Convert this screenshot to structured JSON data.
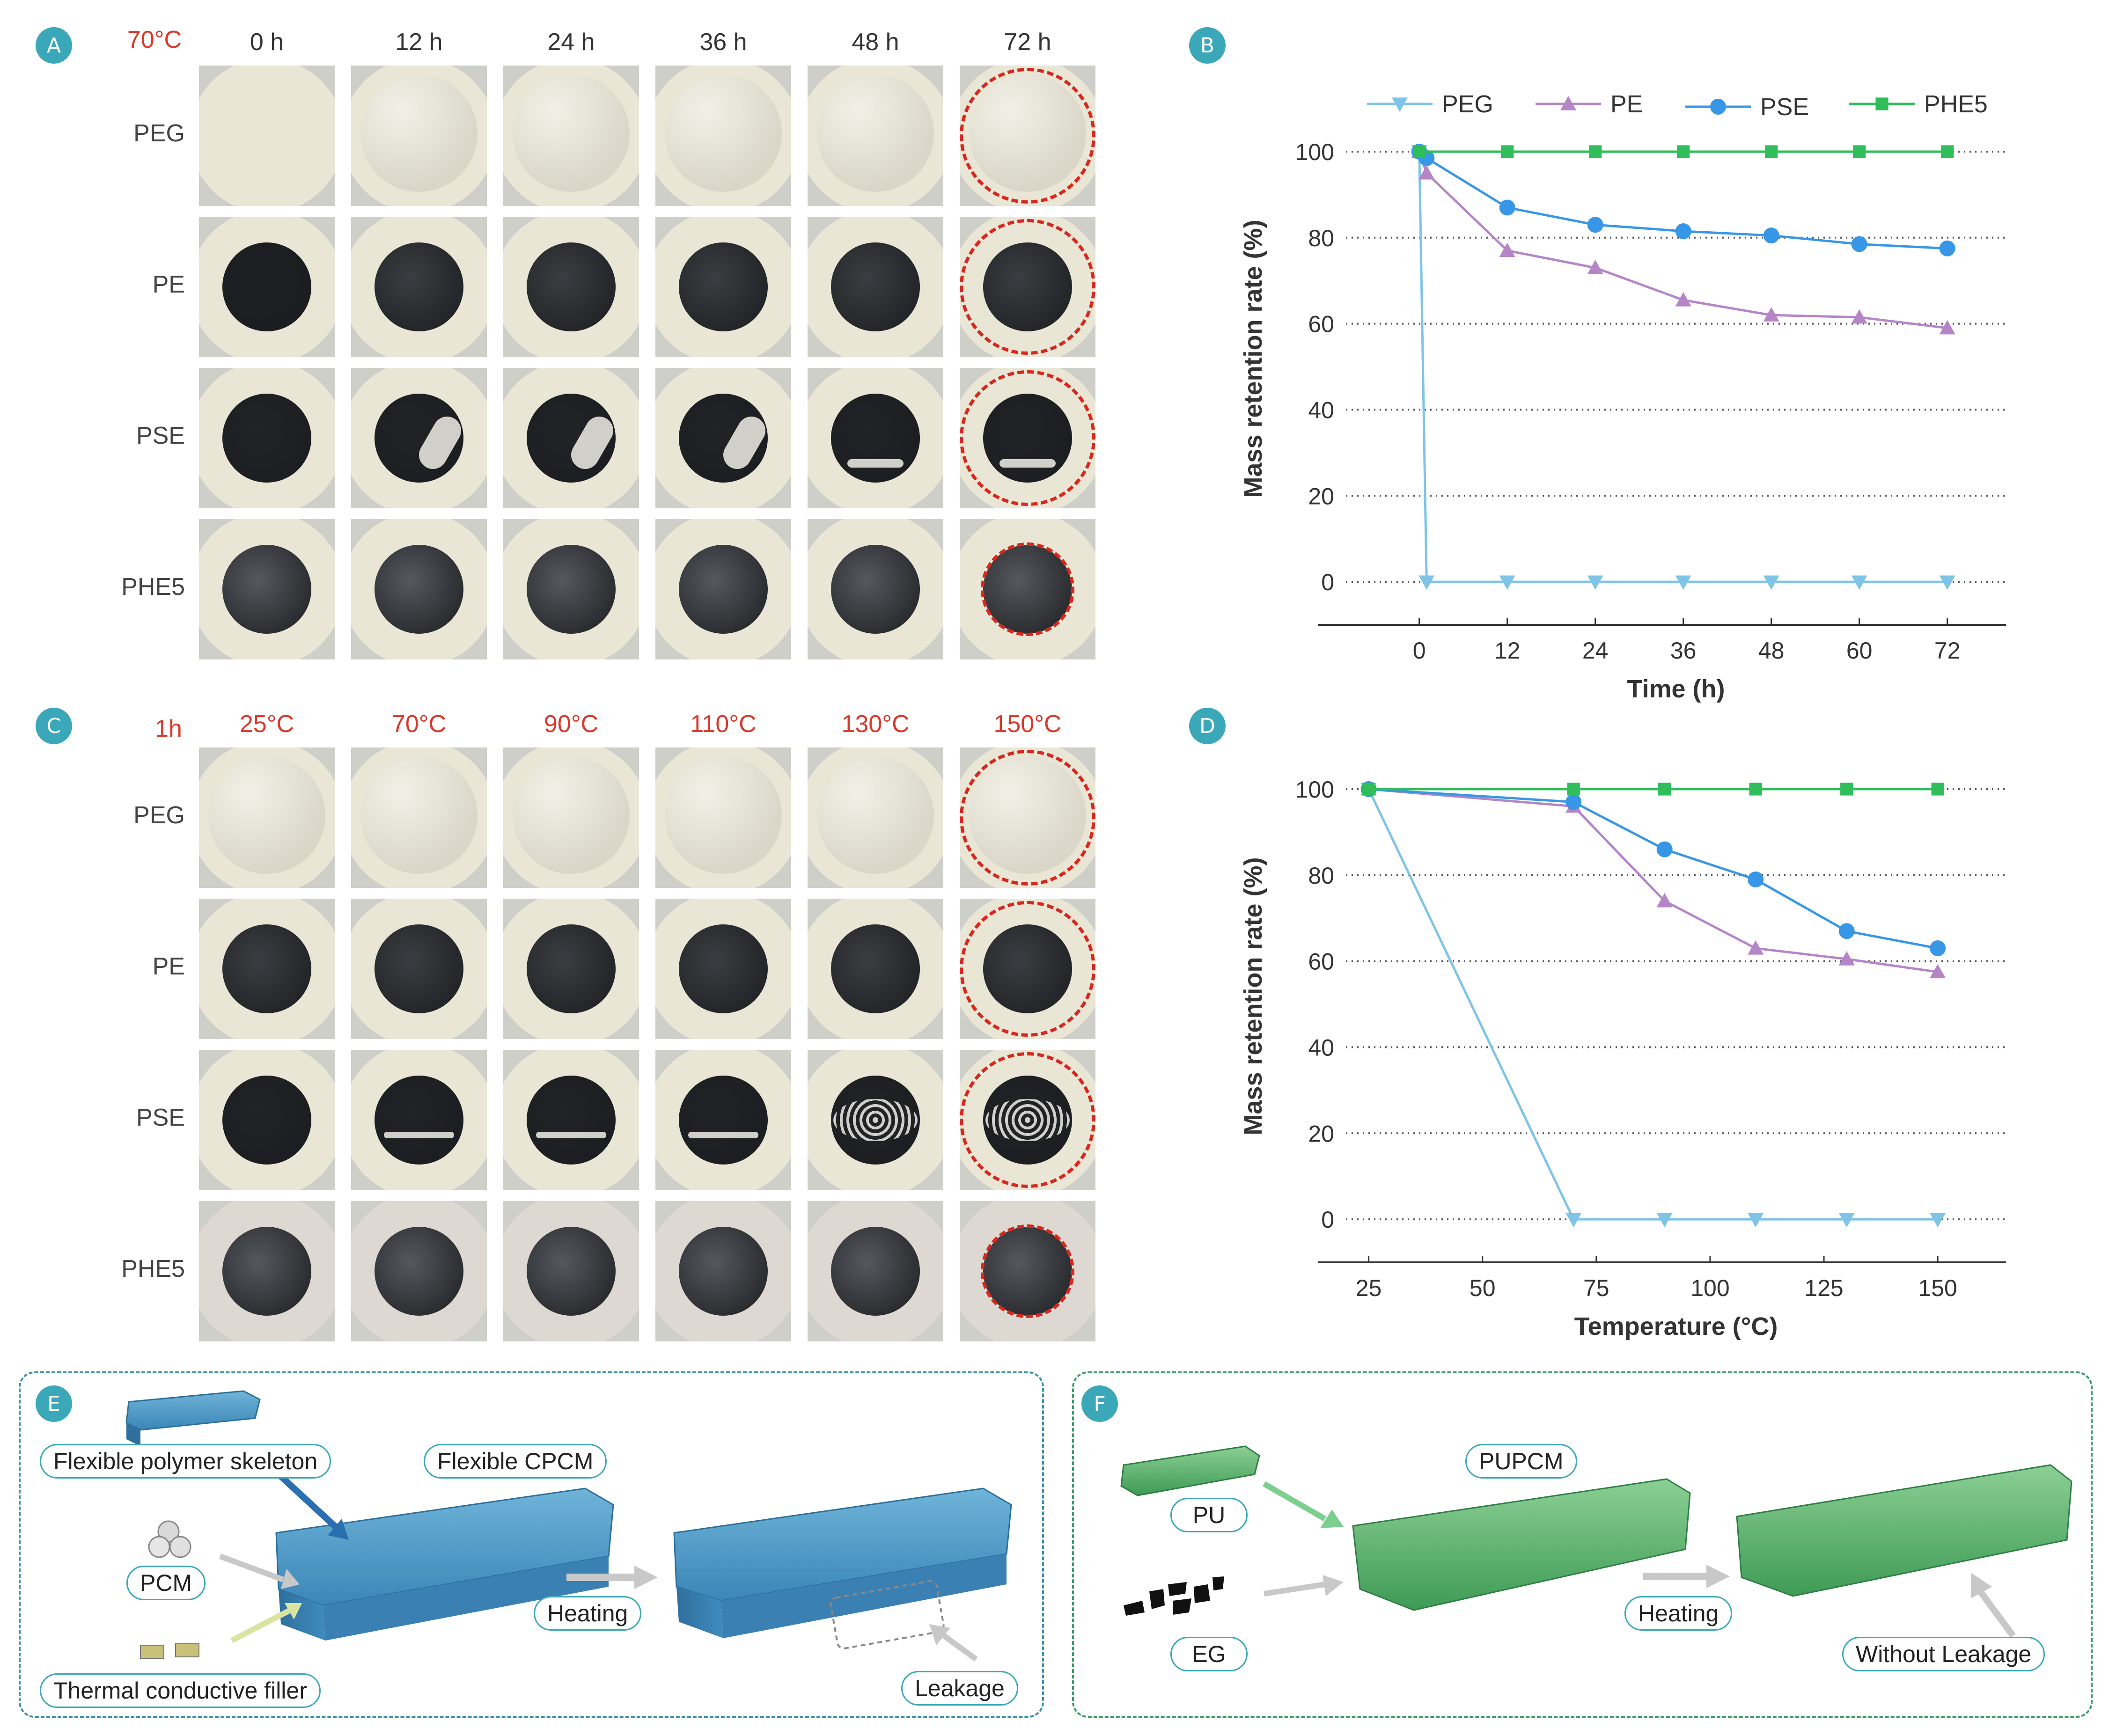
{
  "panels": {
    "A": "A",
    "B": "B",
    "C": "C",
    "D": "D",
    "E": "E",
    "F": "F"
  },
  "panel_a": {
    "condition": "70°C",
    "columns": [
      "0 h",
      "12 h",
      "24 h",
      "36 h",
      "48 h",
      "72 h"
    ],
    "rows": [
      "PEG",
      "PE",
      "PSE",
      "PHE5"
    ]
  },
  "panel_c": {
    "condition": "1h",
    "columns": [
      "25°C",
      "70°C",
      "90°C",
      "110°C",
      "130°C",
      "150°C"
    ],
    "rows": [
      "PEG",
      "PE",
      "PSE",
      "PHE5"
    ]
  },
  "colors": {
    "PEG": "#7fc4e6",
    "PE": "#b585c8",
    "PSE": "#3797e6",
    "PHE5": "#2fbe5a",
    "accent_teal": "#3aa8b8",
    "highlight_red": "#d8281e"
  },
  "chart_data": [
    {
      "id": "B",
      "type": "line",
      "xlabel": "Time (h)",
      "ylabel": "Mass retention rate (%)",
      "xticks": [
        0,
        12,
        24,
        36,
        48,
        60,
        72
      ],
      "yticks": [
        0,
        20,
        40,
        60,
        80,
        100
      ],
      "xlim": [
        -10,
        80
      ],
      "ylim": [
        -10,
        105
      ],
      "grid": "horizontal dotted",
      "legend": "top",
      "series": [
        {
          "name": "PEG",
          "marker": "triangle-down",
          "x": [
            0,
            1,
            12,
            24,
            36,
            48,
            60,
            72
          ],
          "y": [
            100,
            0,
            0,
            0,
            0,
            0,
            0,
            0
          ]
        },
        {
          "name": "PE",
          "marker": "triangle-up",
          "x": [
            0,
            1,
            12,
            24,
            36,
            48,
            60,
            72
          ],
          "y": [
            100,
            95,
            77,
            73,
            65.5,
            62,
            61.5,
            59
          ]
        },
        {
          "name": "PSE",
          "marker": "circle",
          "x": [
            0,
            1,
            12,
            24,
            36,
            48,
            60,
            72
          ],
          "y": [
            100,
            98.5,
            87,
            83,
            81.5,
            80.5,
            78.5,
            77.5
          ]
        },
        {
          "name": "PHE5",
          "marker": "square",
          "x": [
            0,
            12,
            24,
            36,
            48,
            60,
            72
          ],
          "y": [
            100,
            100,
            100,
            100,
            100,
            100,
            100
          ]
        }
      ]
    },
    {
      "id": "D",
      "type": "line",
      "xlabel": "Temperature (°C)",
      "ylabel": "Mass retention rate (%)",
      "xticks": [
        25,
        50,
        75,
        100,
        125,
        150
      ],
      "yticks": [
        0,
        20,
        40,
        60,
        80,
        100
      ],
      "xlim": [
        20,
        165
      ],
      "ylim": [
        -10,
        105
      ],
      "grid": "horizontal dotted",
      "series": [
        {
          "name": "PEG",
          "marker": "triangle-down",
          "x": [
            25,
            70,
            90,
            110,
            130,
            150
          ],
          "y": [
            100,
            0,
            0,
            0,
            0,
            0
          ]
        },
        {
          "name": "PE",
          "marker": "triangle-up",
          "x": [
            25,
            70,
            90,
            110,
            130,
            150
          ],
          "y": [
            100,
            96,
            74,
            63,
            60.5,
            57.5
          ]
        },
        {
          "name": "PSE",
          "marker": "circle",
          "x": [
            25,
            70,
            90,
            110,
            130,
            150
          ],
          "y": [
            100,
            97,
            86,
            79,
            67,
            63
          ]
        },
        {
          "name": "PHE5",
          "marker": "square",
          "x": [
            25,
            70,
            90,
            110,
            130,
            150
          ],
          "y": [
            100,
            100,
            100,
            100,
            100,
            100
          ]
        }
      ]
    }
  ],
  "panel_e": {
    "skeleton": "Flexible polymer skeleton",
    "cpcm": "Flexible CPCM",
    "pcm": "PCM",
    "heating": "Heating",
    "filler": "Thermal conductive filler",
    "leakage": "Leakage"
  },
  "panel_f": {
    "pu": "PU",
    "pupcm": "PUPCM",
    "eg": "EG",
    "heating": "Heating",
    "result": "Without Leakage"
  }
}
